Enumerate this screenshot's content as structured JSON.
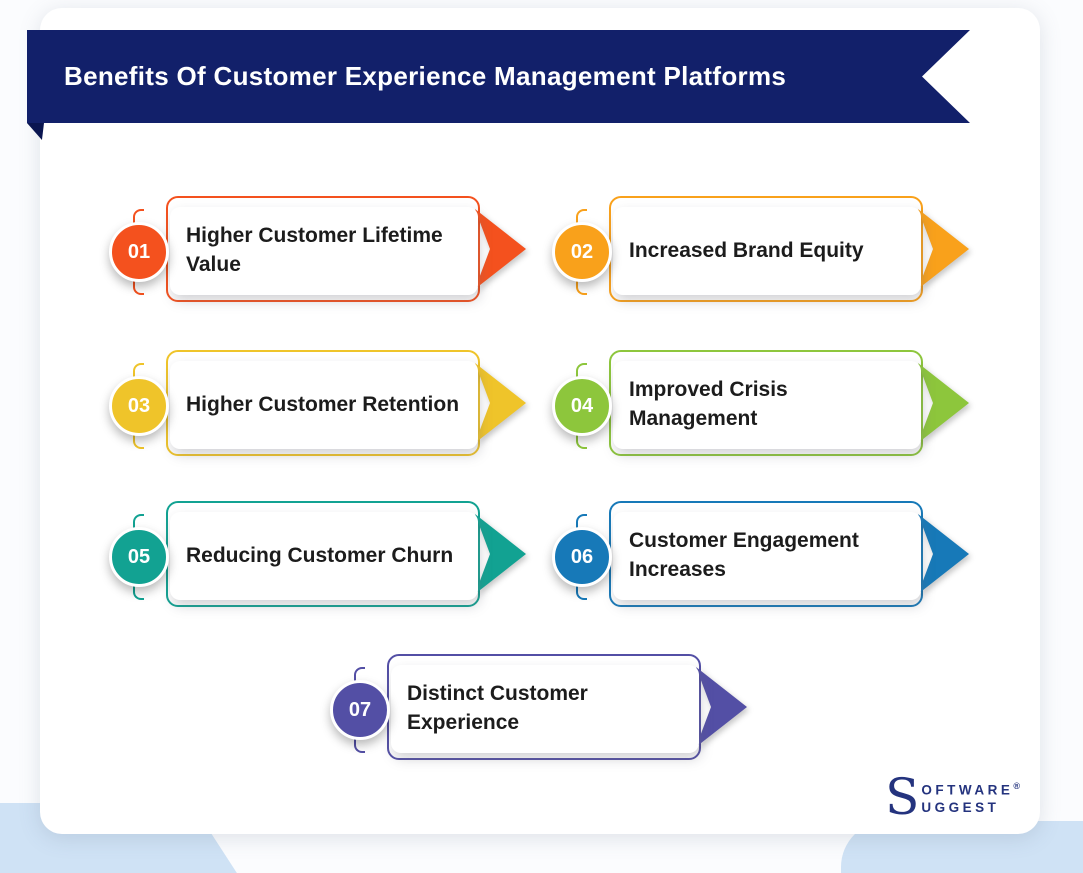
{
  "header": {
    "title": "Benefits Of Customer Experience Management Platforms"
  },
  "items": [
    {
      "number": "01",
      "label": "Higher Customer Lifetime Value",
      "color": "#f4511e"
    },
    {
      "number": "02",
      "label": "Increased Brand Equity",
      "color": "#f9a11b"
    },
    {
      "number": "03",
      "label": "Higher Customer Retention",
      "color": "#efc42a"
    },
    {
      "number": "04",
      "label": "Improved Crisis Management",
      "color": "#8dc63c"
    },
    {
      "number": "05",
      "label": "Reducing Customer Churn",
      "color": "#12a292"
    },
    {
      "number": "06",
      "label": "Customer Engagement Increases",
      "color": "#1779b8"
    },
    {
      "number": "07",
      "label": "Distinct Customer Experience",
      "color": "#534fa5"
    }
  ],
  "logo": {
    "initial": "S",
    "line1": "OFTWARE",
    "registered": "®",
    "line2": "UGGEST"
  },
  "colors": {
    "banner": "#12206a",
    "fold": "#0a1550",
    "corner": "#cfe2f5",
    "text": "#1c1c1c",
    "logo": "#24337e"
  }
}
